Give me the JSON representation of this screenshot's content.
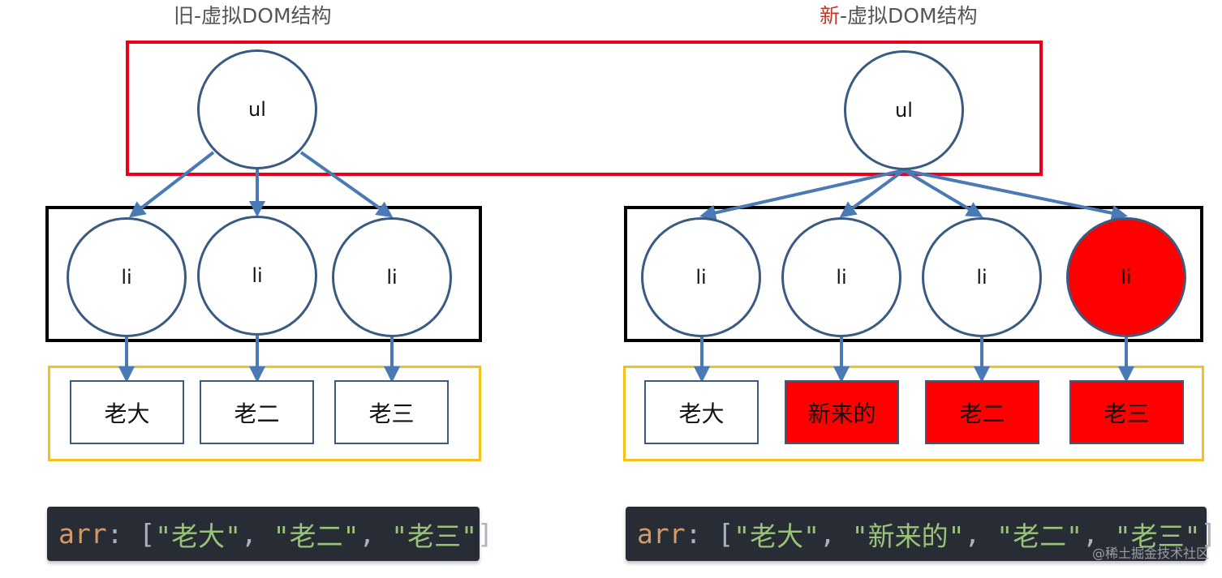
{
  "old_tree": {
    "title_prefix": "旧",
    "title_suffix": "-虚拟DOM结构",
    "root_label": "ul",
    "child_labels": [
      "li",
      "li",
      "li"
    ],
    "items": [
      "老大",
      "老二",
      "老三"
    ],
    "code": {
      "key": "arr",
      "colon": ":",
      "open": " [",
      "sep": ", ",
      "close": "]",
      "values": [
        "\"老大\"",
        "\"老二\"",
        "\"老三\""
      ]
    }
  },
  "new_tree": {
    "title_prefix": "新",
    "title_suffix": "-虚拟DOM结构",
    "root_label": "ul",
    "child_labels": [
      "li",
      "li",
      "li",
      "li"
    ],
    "items": [
      "老大",
      "新来的",
      "老二",
      "老三"
    ],
    "code": {
      "key": "arr",
      "colon": ":",
      "open": " [",
      "sep": ", ",
      "close": "]",
      "values": [
        "\"老大\"",
        "\"新来的\"",
        "\"老二\"",
        "\"老三\""
      ]
    }
  },
  "colors": {
    "highlight_red": "#ff0000",
    "root_frame": "#e8001c",
    "child_frame": "#000000",
    "item_frame": "#f3c01c",
    "node_border": "#3b5a82",
    "edge": "#4a7ab5",
    "code_bg": "#282c34"
  },
  "watermark": "@稀土掘金技术社区"
}
